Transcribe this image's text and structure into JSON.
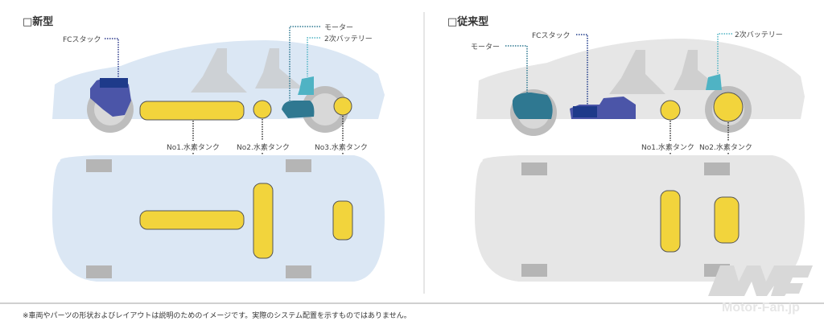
{
  "new_layout": {
    "title": "□新型",
    "labels": {
      "fc_stack": "FCスタック",
      "motor": "モーター",
      "battery": "2次バッテリー",
      "tank1": "No1.水素タンク",
      "tank2": "No2.水素タンク",
      "tank3": "No3.水素タンク"
    }
  },
  "old_layout": {
    "title": "□従来型",
    "labels": {
      "motor": "モーター",
      "fc_stack": "FCスタック",
      "battery": "2次バッテリー",
      "tank1": "No1.水素タンク",
      "tank2": "No2.水素タンク"
    }
  },
  "footnote": "※車両やパーツの形状およびレイアウトは説明のためのイメージです。実際のシステム配置を示すものではありません。",
  "watermark": "Motor-Fan.jp",
  "colors": {
    "new_body": "#dbe7f4",
    "old_body": "#e6e6e6",
    "tank": "#f2d43c",
    "fc_stack": "#4b55a8",
    "motor": "#2f7891",
    "battery": "#4fb3c4"
  }
}
